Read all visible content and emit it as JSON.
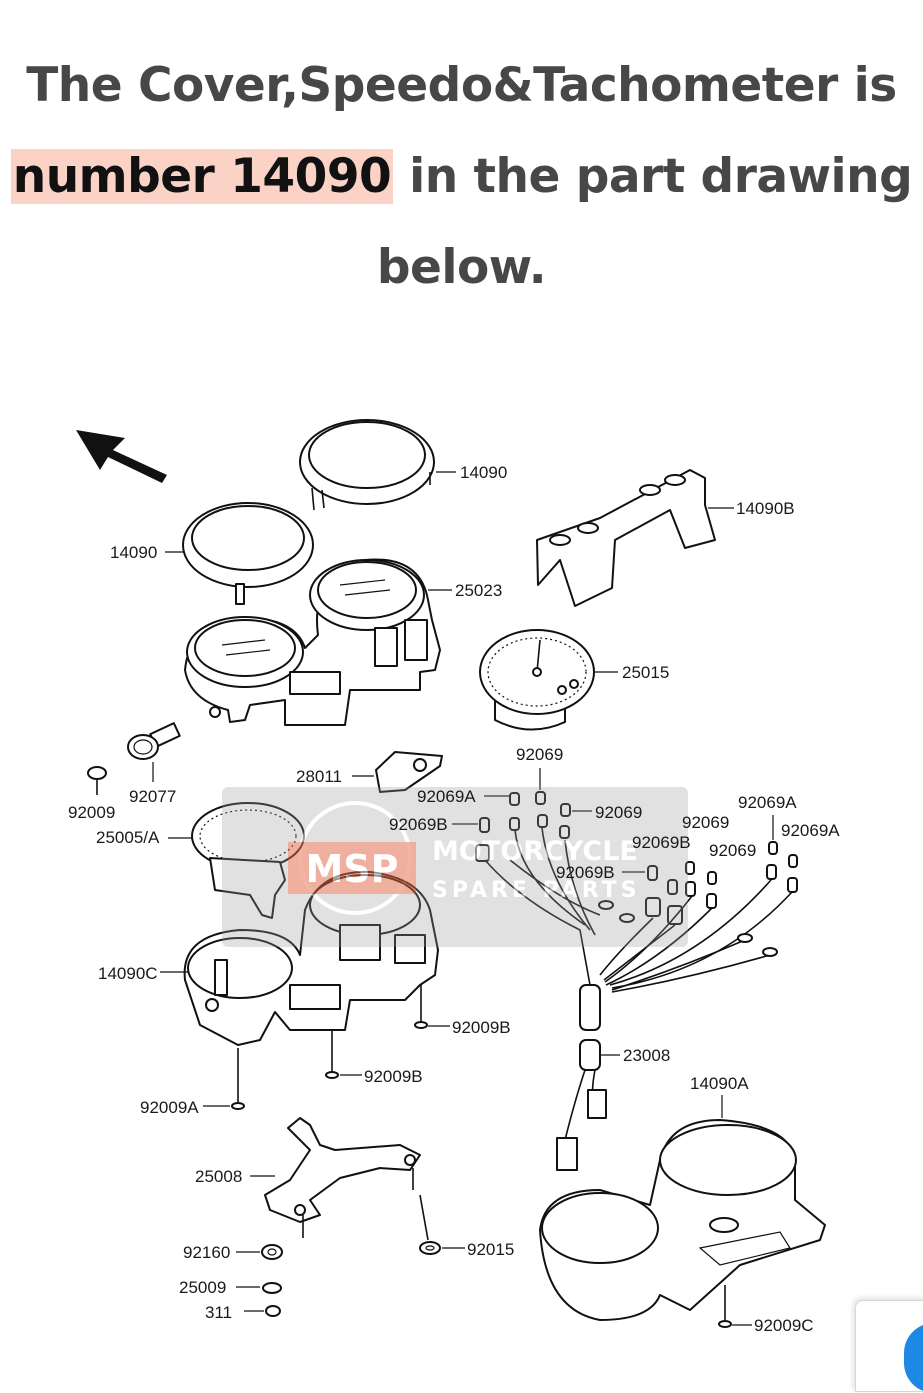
{
  "heading": {
    "part1": "The Cover,Speedo&Tachometer is",
    "highlight": "number 14090",
    "part2": "in the part drawing",
    "part3": "below."
  },
  "colors": {
    "text": "#474747",
    "highlight_bg": "#fbd3c6",
    "watermark_accent": "#e8613c",
    "widget_accent": "#1e88e5"
  },
  "watermark": {
    "logo": "MSP",
    "line1": "MOTORCYCLE",
    "line2": "SPARE PARTS"
  },
  "diagram": {
    "arrow_icon": "direction-arrow-icon",
    "labels": {
      "l14090_top": "14090",
      "l14090b": "14090B",
      "l14090_left": "14090",
      "l25023": "25023",
      "l25015": "25015",
      "l92069_a": "92069",
      "l28011": "28011",
      "l92069a_1": "92069A",
      "l92069_b": "92069",
      "l92009": "92009",
      "l92077": "92077",
      "l92069b_1": "92069B",
      "l25005": "25005/A",
      "l92069a_2": "92069A",
      "l92069_c": "92069",
      "l92069a_3": "92069A",
      "l92069b_2": "92069B",
      "l92069_d": "92069",
      "l92069b_3": "92069B",
      "l14090c": "14090C",
      "l92009b_1": "92009B",
      "l23008": "23008",
      "l92009b_2": "92009B",
      "l14090a": "14090A",
      "l92009a": "92009A",
      "l25008": "25008",
      "l92160": "92160",
      "l92015": "92015",
      "l25009": "25009",
      "l311": "311",
      "l92009c": "92009C"
    }
  }
}
